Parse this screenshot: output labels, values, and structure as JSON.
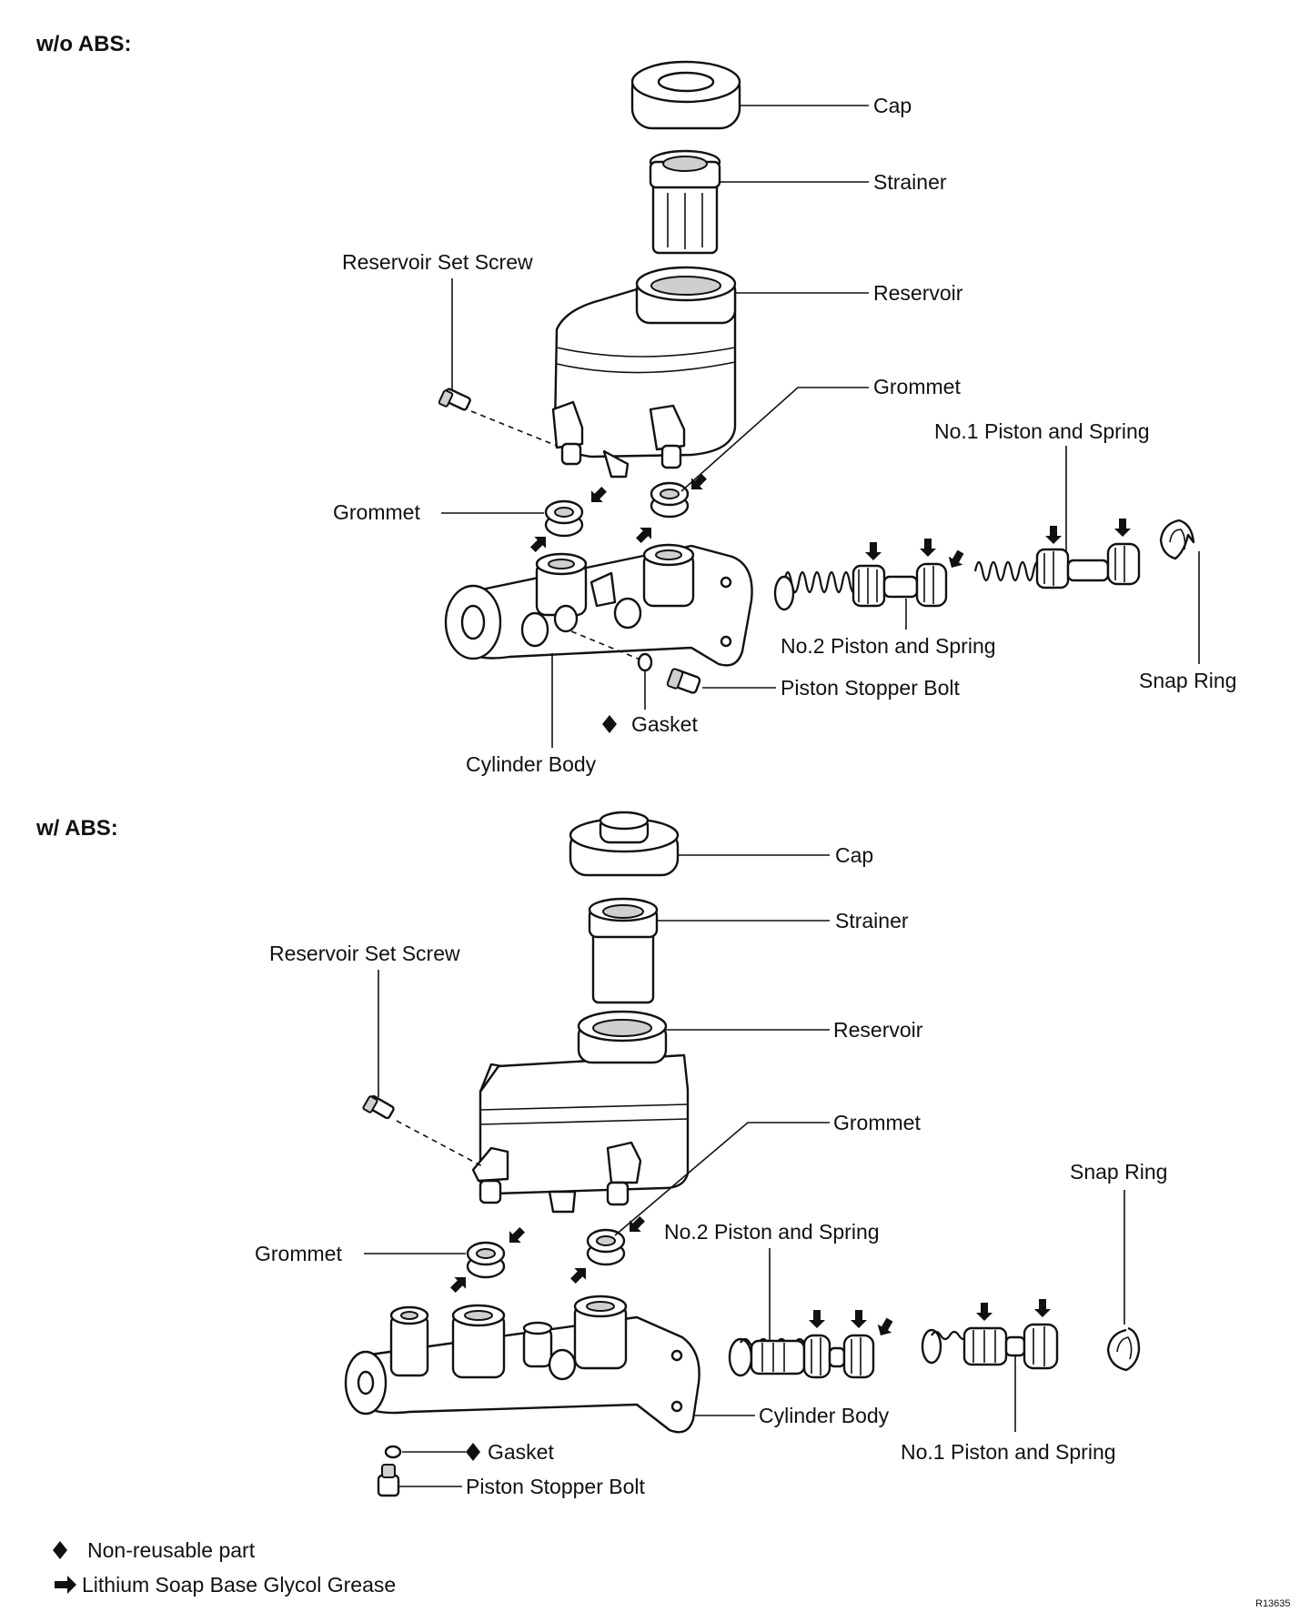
{
  "sections": {
    "without_abs": {
      "heading": "w/o ABS:",
      "labels": {
        "cap": "Cap",
        "strainer": "Strainer",
        "reservoir_set_screw": "Reservoir Set Screw",
        "reservoir": "Reservoir",
        "grommet_right": "Grommet",
        "grommet_left": "Grommet",
        "no1_piston": "No.1 Piston and Spring",
        "no2_piston": "No.2 Piston and Spring",
        "piston_stopper_bolt": "Piston Stopper Bolt",
        "snap_ring": "Snap Ring",
        "gasket": "Gasket",
        "cylinder_body": "Cylinder Body"
      }
    },
    "with_abs": {
      "heading": "w/ ABS:",
      "labels": {
        "cap": "Cap",
        "strainer": "Strainer",
        "reservoir_set_screw": "Reservoir Set Screw",
        "reservoir": "Reservoir",
        "grommet_right": "Grommet",
        "grommet_left": "Grommet",
        "snap_ring": "Snap Ring",
        "no2_piston": "No.2 Piston and Spring",
        "cylinder_body": "Cylinder Body",
        "gasket": "Gasket",
        "no1_piston": "No.1 Piston and Spring",
        "piston_stopper_bolt": "Piston Stopper Bolt"
      }
    }
  },
  "legend": {
    "non_reusable": "Non-reusable part",
    "grease": "Lithium Soap Base Glycol Grease"
  },
  "figure_ref": "R13635",
  "icons": {
    "non_reusable": "diamond-icon",
    "grease": "grease-arrow-icon"
  }
}
